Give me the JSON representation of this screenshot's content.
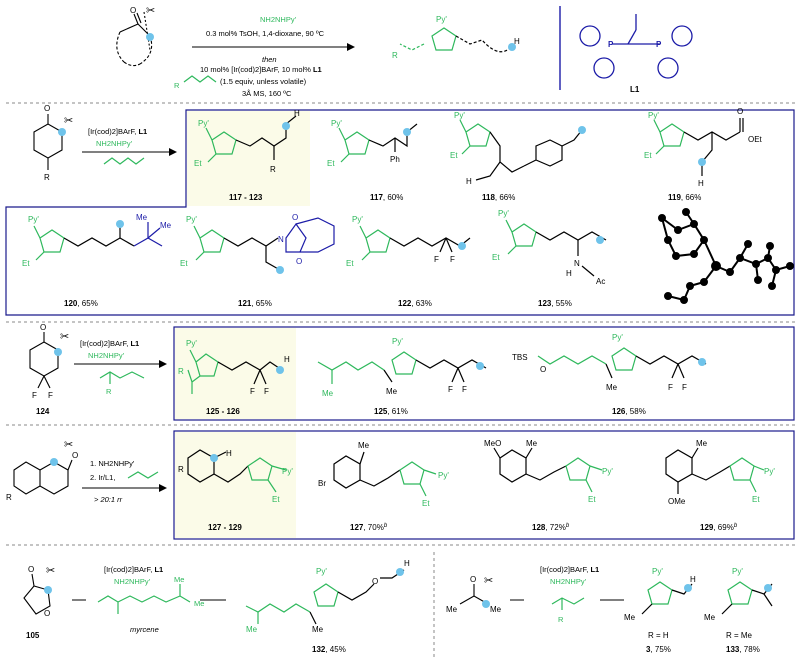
{
  "colors": {
    "green": "#2eb85c",
    "navy": "#1c1ca8",
    "blue_site": "#6fc3ea",
    "highlight": "#fbfbe8",
    "box_border": "#1a1a8c"
  },
  "header": {
    "reagent": "NH2NHPy'",
    "line1": "0.3 mol% TsOH, 1,4-dioxane, 90 ºC",
    "then": "then",
    "line3_pre": "10 mol% [Ir(cod)2]BArF, 10 mol% ",
    "ligand": "L1",
    "line4": "(1.5 equiv, unless volatile)",
    "line5": "3Å MS, 160 ºC",
    "ligand_label": "L1",
    "p_atom": "P",
    "r_label": "R",
    "h_label": "H",
    "pyp": "Py'",
    "o_label": "O"
  },
  "common": {
    "ir_cat": "[Ir(cod)2]BArF, ",
    "l1": "L1",
    "hydrazine": "NH2NHPy'",
    "pyp": "Py'",
    "et": "Et",
    "h": "H",
    "r": "R",
    "n": "N",
    "f": "F",
    "me": "Me",
    "o": "O",
    "ac": "Ac",
    "ph": "Ph"
  },
  "section1": {
    "range": "117 - 123",
    "items": [
      {
        "id": "117",
        "yield": ", 60%"
      },
      {
        "id": "118",
        "yield": ", 66%"
      },
      {
        "id": "119",
        "yield": ", 66%",
        "ester": "OEt"
      },
      {
        "id": "120",
        "yield": ", 65%"
      },
      {
        "id": "121",
        "yield": ", 65%"
      },
      {
        "id": "122",
        "yield": ", 63%"
      },
      {
        "id": "123",
        "yield": ", 55%"
      }
    ]
  },
  "section2": {
    "substrate": "124",
    "range": "125 - 126",
    "items": [
      {
        "id": "125",
        "yield": ", 61%"
      },
      {
        "id": "126",
        "yield": ", 58%",
        "tbs": "TBS"
      }
    ]
  },
  "section3": {
    "step1": "1. NH2NHPy'",
    "step2": "2. Ir/L1,",
    "rr": "> 20:1 rr",
    "range": "127 - 129",
    "items": [
      {
        "id": "127",
        "yield": ", 70%",
        "sup": "b",
        "sub": "Br"
      },
      {
        "id": "128",
        "yield": ", 72%",
        "sup": "b",
        "sub": "MeO"
      },
      {
        "id": "129",
        "yield": ", 69%",
        "sup": "b",
        "sub": "OMe"
      }
    ]
  },
  "section4": {
    "substrate": "105",
    "myrcene": "myrcene",
    "product": "132",
    "yield": ", 45%"
  },
  "section5": {
    "p1_r": "R = H",
    "p1_id": "3",
    "p1_yield": ", 75%",
    "p2_r": "R = Me",
    "p2_id": "133",
    "p2_yield": ", 78%"
  }
}
